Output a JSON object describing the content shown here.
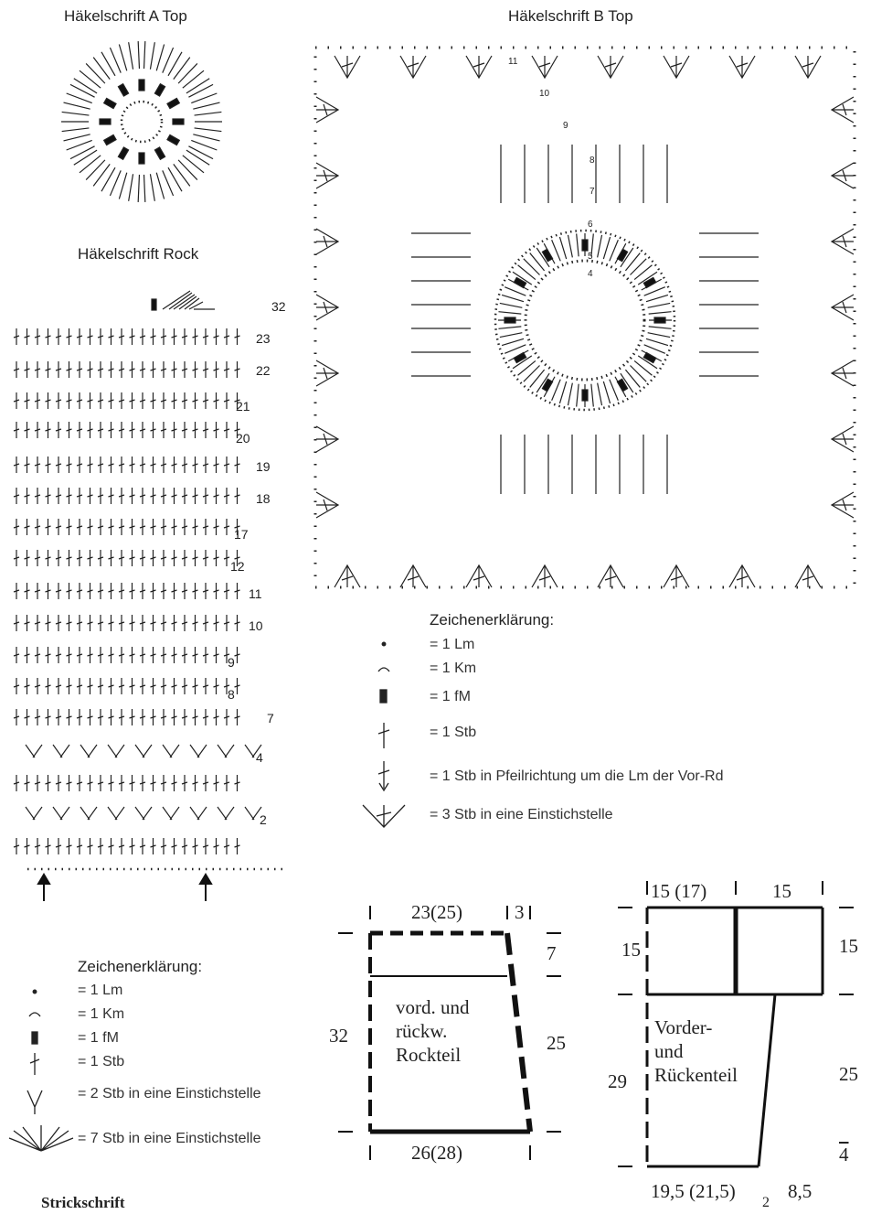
{
  "titles": {
    "a_top": "Häkelschrift A Top",
    "b_top": "Häkelschrift B Top",
    "rock": "Häkelschrift Rock",
    "strick": "Strickschrift"
  },
  "rock_rows": [
    "32",
    "23",
    "22",
    "21",
    "20",
    "19",
    "18",
    "17",
    "12",
    "11",
    "10",
    "9",
    "8",
    "7",
    "4",
    "2"
  ],
  "b_rows": [
    "11",
    "10",
    "9",
    "8",
    "7",
    "6",
    "5",
    "4"
  ],
  "legend_b": {
    "heading": "Zeichenerklärung:",
    "items": [
      "= 1 Lm",
      "= 1 Km",
      "= 1 fM",
      "= 1 Stb",
      "= 1 Stb in Pfeilrichtung um die Lm der Vor-Rd",
      "= 3 Stb in eine Einstichstelle"
    ]
  },
  "legend_rock": {
    "heading": "Zeichenerklärung:",
    "items": [
      "= 1 Lm",
      "= 1 Km",
      "= 1 fM",
      "= 1 Stb",
      "= 2 Stb in eine Einstichstelle",
      "= 7 Stb in eine Einstichstelle"
    ]
  },
  "schema_rock": {
    "top_width": "23(25)",
    "top_side": "3",
    "right_top": "7",
    "left_height": "32",
    "right_height": "25",
    "label": [
      "vord. und",
      "rückw.",
      "Rockteil"
    ],
    "bottom_width": "26(28)"
  },
  "schema_top": {
    "top_left": "15 (17)",
    "top_right": "15",
    "left_top": "15",
    "right_top": "15",
    "left_height": "29",
    "right_height": "25",
    "right_bottom": "4",
    "label": [
      "Vorder-",
      "und",
      "Rückenteil"
    ],
    "bottom_left": "19,5 (21,5)",
    "bottom_mid": "2",
    "bottom_right": "8,5"
  }
}
